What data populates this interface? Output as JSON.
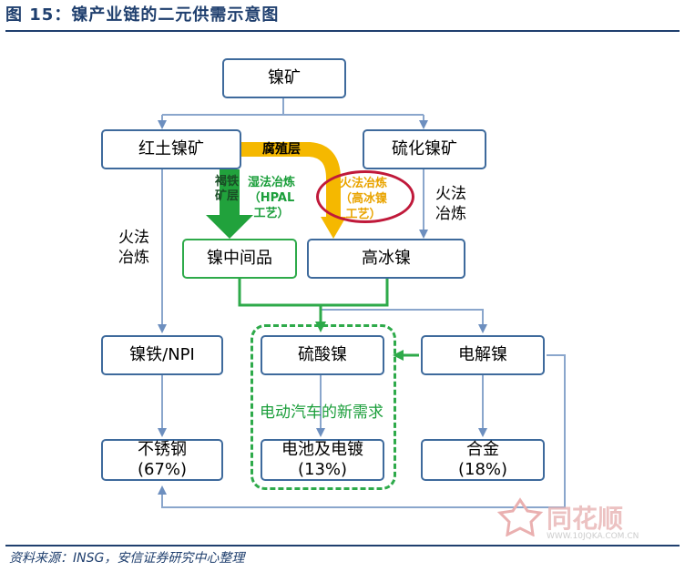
{
  "header": {
    "title": "图 15：镍产业链的二元供需示意图"
  },
  "nodes": {
    "nickel_ore": "镍矿",
    "laterite": "红土镍矿",
    "sulfide": "硫化镍矿",
    "intermediate": "镍中间品",
    "matte": "高冰镍",
    "ferronickel": "镍铁/NPI",
    "sulfate": "硫酸镍",
    "electrolytic": "电解镍",
    "stainless_name": "不锈钢",
    "stainless_share": "(67%)",
    "battery_name": "电池及电镀",
    "battery_share": "(13%)",
    "alloy_name": "合金",
    "alloy_share": "(18%)"
  },
  "labels": {
    "pyro_left_1": "火法",
    "pyro_left_2": "冶炼",
    "pyro_right_1": "火法",
    "pyro_right_2": "冶炼",
    "limonite_1": "褐铁",
    "limonite_2": "矿层",
    "saprolite": "腐殖层",
    "hydro_1": "湿法冶炼",
    "hydro_2": "（HPAL",
    "hydro_3": "工艺）",
    "pyro_matte_1": "火法冶炼",
    "pyro_matte_2": "（高冰镍",
    "pyro_matte_3": "工艺）",
    "ev_demand": "电动汽车的新需求"
  },
  "footer": {
    "source": "资料来源：INSG，安信证券研究中心整理"
  },
  "watermark": {
    "brand": "同花顺",
    "url": "WWW.10JQKA.COM.CN"
  },
  "colors": {
    "box_border": "#3e6a9c",
    "green": "#2eaa4a",
    "yellow": "#f5b800",
    "red": "#c0193a",
    "title": "#1f3f6e"
  }
}
